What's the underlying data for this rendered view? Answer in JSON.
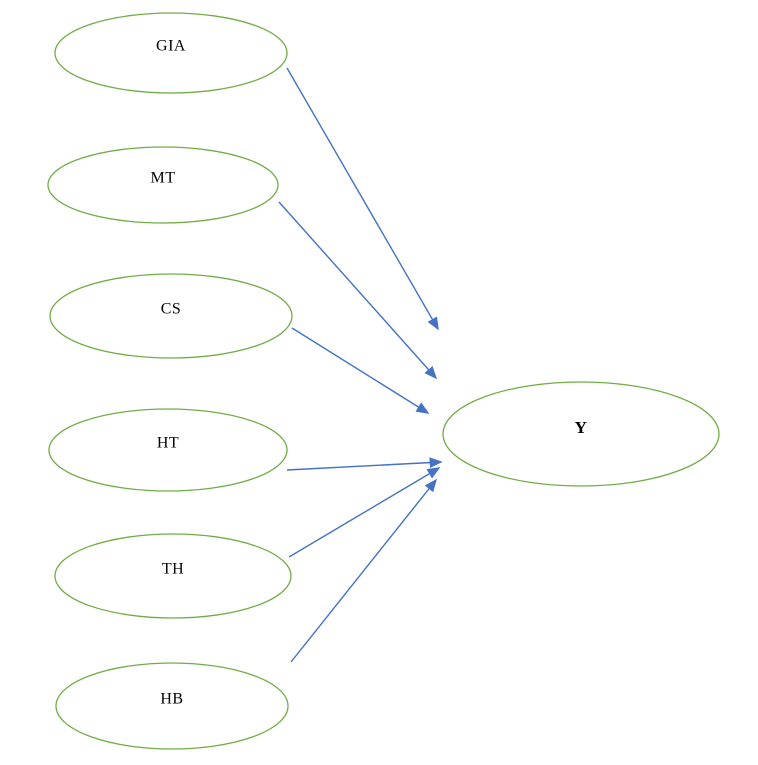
{
  "diagram": {
    "type": "path-model",
    "background_color": "#ffffff",
    "node_shape": "ellipse",
    "node_stroke_color": "#70ad47",
    "node_fill_color": "#ffffff",
    "arrow_color": "#4472c4",
    "label_color": "#000000",
    "nodes": [
      {
        "id": "GIA",
        "label": "GIA",
        "role": "predictor"
      },
      {
        "id": "MT",
        "label": "MT",
        "role": "predictor"
      },
      {
        "id": "CS",
        "label": "CS",
        "role": "predictor"
      },
      {
        "id": "HT",
        "label": "HT",
        "role": "predictor"
      },
      {
        "id": "TH",
        "label": "TH",
        "role": "predictor"
      },
      {
        "id": "HB",
        "label": "HB",
        "role": "predictor"
      },
      {
        "id": "Y",
        "label": "Y",
        "role": "outcome",
        "bold": true
      }
    ],
    "edges": [
      {
        "from": "GIA",
        "to": "Y"
      },
      {
        "from": "MT",
        "to": "Y"
      },
      {
        "from": "CS",
        "to": "Y"
      },
      {
        "from": "HT",
        "to": "Y"
      },
      {
        "from": "TH",
        "to": "Y"
      },
      {
        "from": "HB",
        "to": "Y"
      }
    ]
  }
}
